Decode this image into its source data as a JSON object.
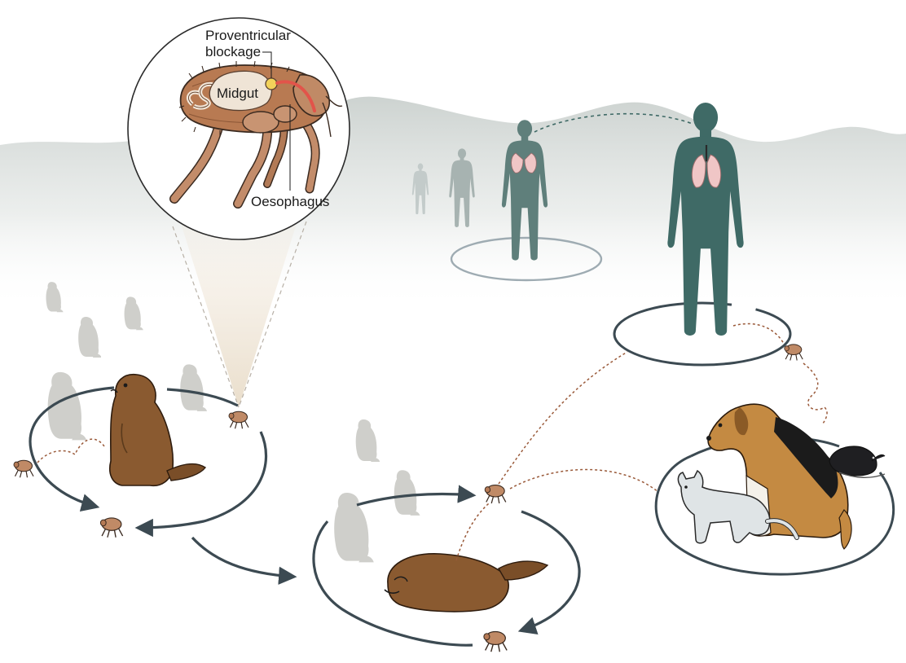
{
  "inset": {
    "labels": {
      "blockage_line1": "Proventricular",
      "blockage_line2": "blockage",
      "midgut": "Midgut",
      "oesophagus": "Oesophagus"
    }
  },
  "colors": {
    "background_wash": "#c9cfcd",
    "ring": "#3c4a52",
    "ring_faded": "#9eabb2",
    "human": "#3f6a66",
    "lungs": "#f0c6c6",
    "dashed_transmission": "#9a5a3a",
    "dashed_inset": "#b7b0a6",
    "marmot": "#8a5a30",
    "marmot_ghost": "#cfcfcb",
    "flea": "#c08a66",
    "oesophagus": "#e2544a",
    "blockage": "#f2d25a"
  },
  "icons": [
    "flea-icon",
    "marmot-icon",
    "human-icon",
    "dog-icon",
    "cat-icon",
    "rat-icon",
    "lungs-icon",
    "arrow-icon"
  ]
}
